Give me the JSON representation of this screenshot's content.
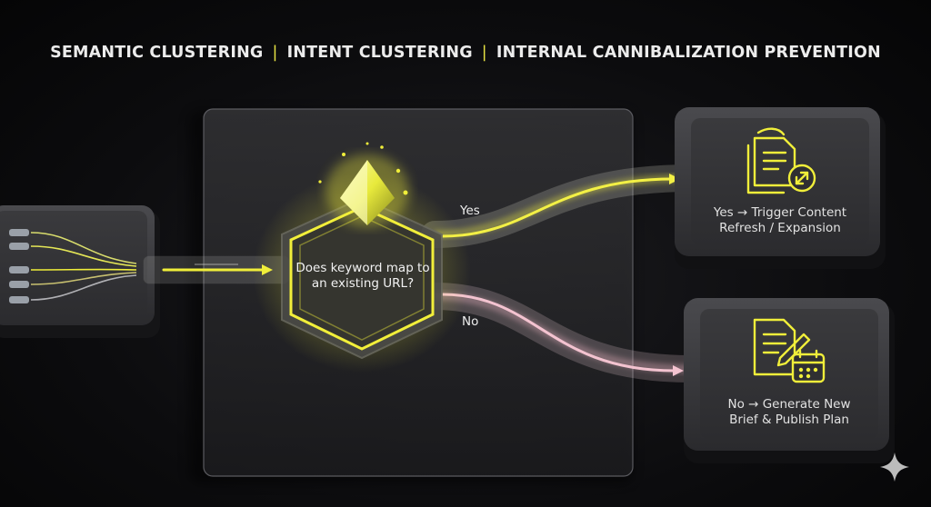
{
  "header": {
    "items": [
      "SEMANTIC CLUSTERING",
      "INTENT CLUSTERING",
      "INTERNAL CANNIBALIZATION PREVENTION"
    ],
    "separator": "|"
  },
  "decision": {
    "question": "Does keyword map to an existing URL?"
  },
  "branches": {
    "yes_label": "Yes",
    "no_label": "No"
  },
  "outcomes": {
    "yes": {
      "text": "Yes → Trigger Content Refresh / Expansion",
      "line1": "Yes → Trigger Content",
      "line2": "Refresh / Expansion",
      "icon": "document-refresh-expand-icon"
    },
    "no": {
      "text": "No → Generate New Brief & Publish Plan",
      "line1": "No → Generate New",
      "line2": "Brief & Publish Plan",
      "icon": "document-edit-calendar-icon"
    }
  },
  "colors": {
    "accent_yellow": "#f0ee3a",
    "branch_pink": "#f2c4d0",
    "panel": "#2a2a2c"
  }
}
